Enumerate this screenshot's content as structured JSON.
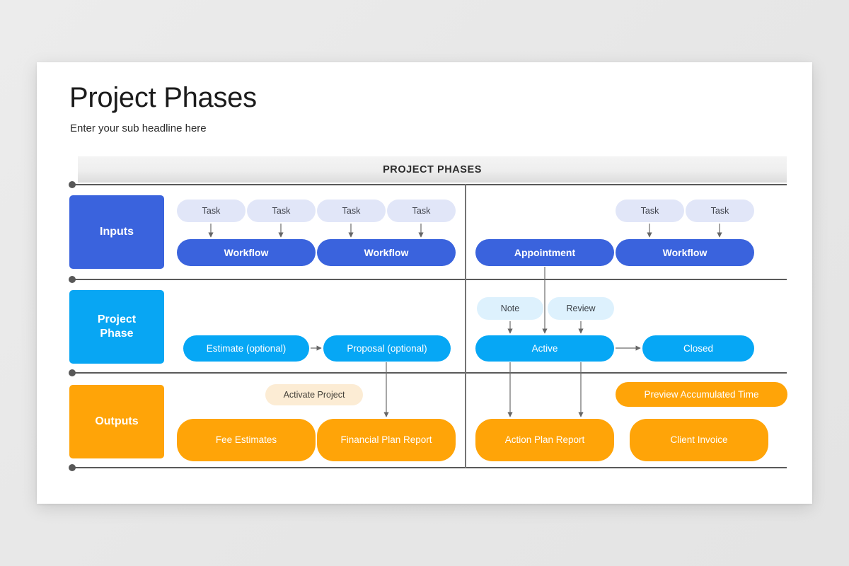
{
  "slide": {
    "title": "Project Phases",
    "subtitle": "Enter your sub headline here",
    "band_label": "PROJECT PHASES"
  },
  "colors": {
    "inputs_blue": "#3a63dd",
    "phase_cyan": "#06a7f5",
    "outputs_orange": "#ffa408",
    "task_pill": "#e1e6f8",
    "note_pill": "#ddf1fd",
    "cream_pill": "#fcecd4",
    "divider": "#5a5a5a",
    "band_gray": "#eeeeee",
    "canvas": "#e9e9e9"
  },
  "rows": [
    {
      "id": "inputs",
      "label": "Inputs"
    },
    {
      "id": "phase",
      "label": "Project\nPhase"
    },
    {
      "id": "outputs",
      "label": "Outputs"
    }
  ],
  "chart_data": {
    "type": "diagram",
    "title": "PROJECT PHASES",
    "swimlanes": [
      "Inputs",
      "Project Phase",
      "Outputs"
    ],
    "columns": 2,
    "nodes": [
      {
        "id": "task1",
        "label": "Task",
        "lane": "Inputs",
        "column": 1,
        "style": "task-pill"
      },
      {
        "id": "task2",
        "label": "Task",
        "lane": "Inputs",
        "column": 1,
        "style": "task-pill"
      },
      {
        "id": "task3",
        "label": "Task",
        "lane": "Inputs",
        "column": 1,
        "style": "task-pill"
      },
      {
        "id": "task4",
        "label": "Task",
        "lane": "Inputs",
        "column": 1,
        "style": "task-pill"
      },
      {
        "id": "wf1",
        "label": "Workflow",
        "lane": "Inputs",
        "column": 1,
        "style": "blue-bar"
      },
      {
        "id": "wf2",
        "label": "Workflow",
        "lane": "Inputs",
        "column": 1,
        "style": "blue-bar"
      },
      {
        "id": "task5",
        "label": "Task",
        "lane": "Inputs",
        "column": 2,
        "style": "task-pill"
      },
      {
        "id": "task6",
        "label": "Task",
        "lane": "Inputs",
        "column": 2,
        "style": "task-pill"
      },
      {
        "id": "appt",
        "label": "Appointment",
        "lane": "Inputs",
        "column": 2,
        "style": "blue-bar"
      },
      {
        "id": "wf3",
        "label": "Workflow",
        "lane": "Inputs",
        "column": 2,
        "style": "blue-bar"
      },
      {
        "id": "estimate",
        "label": "Estimate (optional)",
        "lane": "Project Phase",
        "column": 1,
        "style": "cyan-bar"
      },
      {
        "id": "proposal",
        "label": "Proposal (optional)",
        "lane": "Project Phase",
        "column": 1,
        "style": "cyan-bar"
      },
      {
        "id": "note",
        "label": "Note",
        "lane": "Project Phase",
        "column": 2,
        "style": "note-pill"
      },
      {
        "id": "review",
        "label": "Review",
        "lane": "Project Phase",
        "column": 2,
        "style": "note-pill"
      },
      {
        "id": "active",
        "label": "Active",
        "lane": "Project Phase",
        "column": 2,
        "style": "cyan-bar"
      },
      {
        "id": "closed",
        "label": "Closed",
        "lane": "Project Phase",
        "column": 2,
        "style": "cyan-bar"
      },
      {
        "id": "activate",
        "label": "Activate Project",
        "lane": "Outputs",
        "column": 1,
        "style": "cream-pill"
      },
      {
        "id": "fee",
        "label": "Fee Estimates",
        "lane": "Outputs",
        "column": 1,
        "style": "orange-bar"
      },
      {
        "id": "finplan",
        "label": "Financial Plan Report",
        "lane": "Outputs",
        "column": 1,
        "style": "orange-bar"
      },
      {
        "id": "preview",
        "label": "Preview Accumulated Time",
        "lane": "Outputs",
        "column": 2,
        "style": "orange-bar-slim"
      },
      {
        "id": "action",
        "label": "Action Plan Report",
        "lane": "Outputs",
        "column": 2,
        "style": "orange-bar"
      },
      {
        "id": "invoice",
        "label": "Client Invoice",
        "lane": "Outputs",
        "column": 2,
        "style": "orange-bar"
      }
    ],
    "edges": [
      {
        "from": "task1",
        "to": "wf1",
        "direction": "down"
      },
      {
        "from": "task2",
        "to": "wf1",
        "direction": "down"
      },
      {
        "from": "task3",
        "to": "wf2",
        "direction": "down"
      },
      {
        "from": "task4",
        "to": "wf2",
        "direction": "down"
      },
      {
        "from": "task5",
        "to": "wf3",
        "direction": "down"
      },
      {
        "from": "task6",
        "to": "wf3",
        "direction": "down"
      },
      {
        "from": "estimate",
        "to": "proposal",
        "direction": "right"
      },
      {
        "from": "note",
        "to": "active",
        "direction": "down"
      },
      {
        "from": "review",
        "to": "active",
        "direction": "down"
      },
      {
        "from": "appt",
        "to": "active",
        "direction": "down"
      },
      {
        "from": "active",
        "to": "closed",
        "direction": "right"
      },
      {
        "from": "proposal",
        "to": "finplan",
        "direction": "down"
      },
      {
        "from": "active",
        "to": "action",
        "direction": "down"
      },
      {
        "from": "active",
        "to": "invoice",
        "direction": "down"
      }
    ]
  },
  "nodes": {
    "task1": "Task",
    "task2": "Task",
    "task3": "Task",
    "task4": "Task",
    "task5": "Task",
    "task6": "Task",
    "wf1": "Workflow",
    "wf2": "Workflow",
    "wf3": "Workflow",
    "appt": "Appointment",
    "estimate": "Estimate (optional)",
    "proposal": "Proposal (optional)",
    "note": "Note",
    "review": "Review",
    "active": "Active",
    "closed": "Closed",
    "activate": "Activate Project",
    "fee": "Fee Estimates",
    "finplan": "Financial Plan Report",
    "preview": "Preview Accumulated Time",
    "action": "Action Plan Report",
    "invoice": "Client Invoice"
  }
}
